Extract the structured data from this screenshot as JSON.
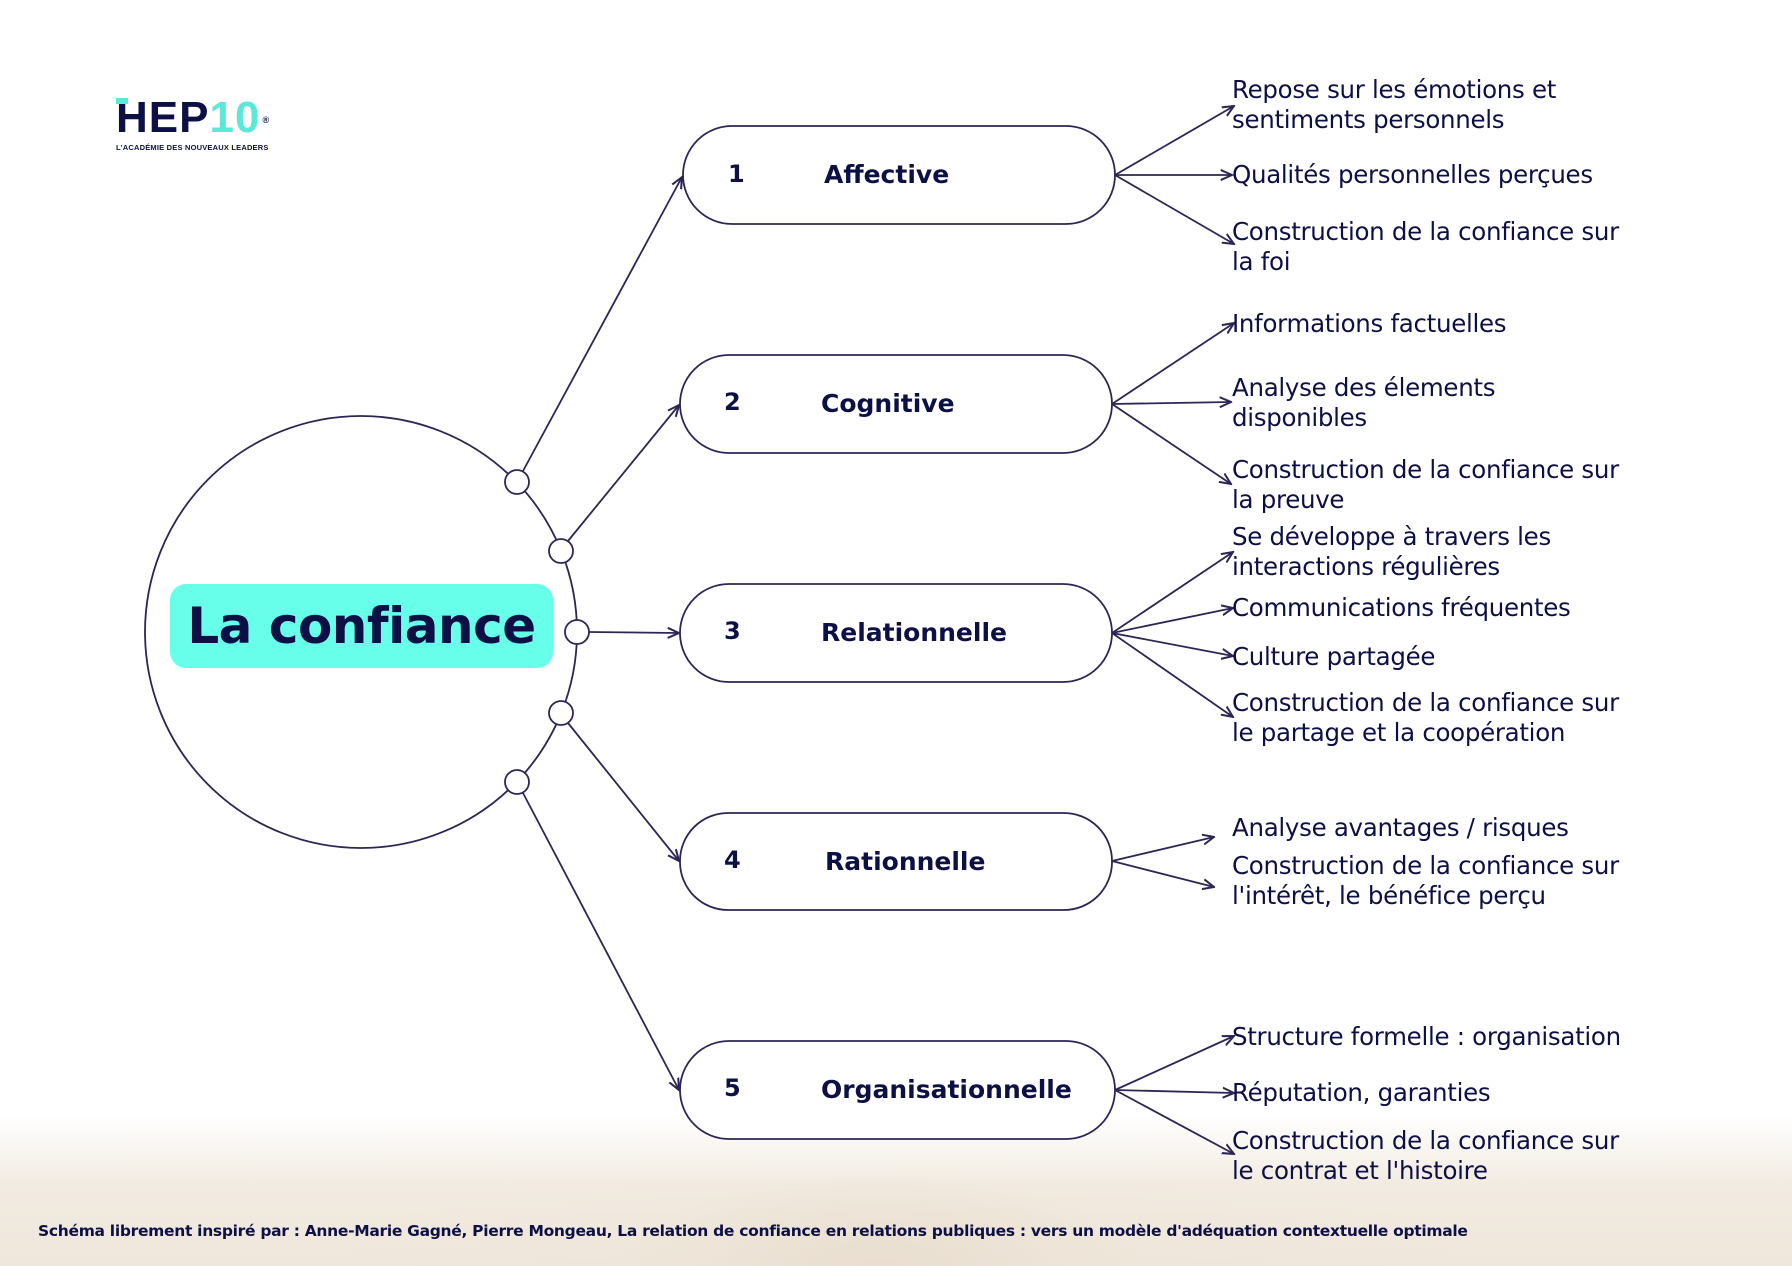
{
  "logo": {
    "brand_main": "HEP",
    "brand_number": "10",
    "registered_mark": "®",
    "tagline": "L'ACADÉMIE DES NOUVEAUX LEADERS"
  },
  "center": {
    "title": "La confiance"
  },
  "colors": {
    "navy": "#0d1045",
    "line": "#2e2556",
    "teal": "#67ffe9",
    "sand": "#efe6da"
  },
  "branches": [
    {
      "number": "1",
      "label": "Affective",
      "items": [
        "Repose sur les émotions et\nsentiments personnels",
        "Qualités personnelles perçues",
        "Construction de la confiance sur\nla foi"
      ]
    },
    {
      "number": "2",
      "label": "Cognitive",
      "items": [
        "Informations factuelles",
        "Analyse des élements\ndisponibles",
        "Construction de la confiance sur\nla preuve"
      ]
    },
    {
      "number": "3",
      "label": "Relationnelle",
      "items": [
        "Se développe à travers les\ninteractions régulières",
        "Communications fréquentes",
        "Culture partagée",
        "Construction de la confiance sur\nle partage et la coopération"
      ]
    },
    {
      "number": "4",
      "label": "Rationnelle",
      "items": [
        "Analyse avantages / risques",
        "Construction de la confiance sur\nl'intérêt, le bénéfice perçu"
      ]
    },
    {
      "number": "5",
      "label": "Organisationnelle",
      "items": [
        "Structure formelle : organisation",
        "Réputation, garanties",
        "Construction de la confiance sur\nle contrat et l'histoire"
      ]
    }
  ],
  "footer": {
    "credit": "Schéma librement inspiré par :  Anne-Marie Gagné, Pierre Mongeau, La relation de confiance en relations publiques : vers un modèle d'adéquation contextuelle optimale"
  }
}
